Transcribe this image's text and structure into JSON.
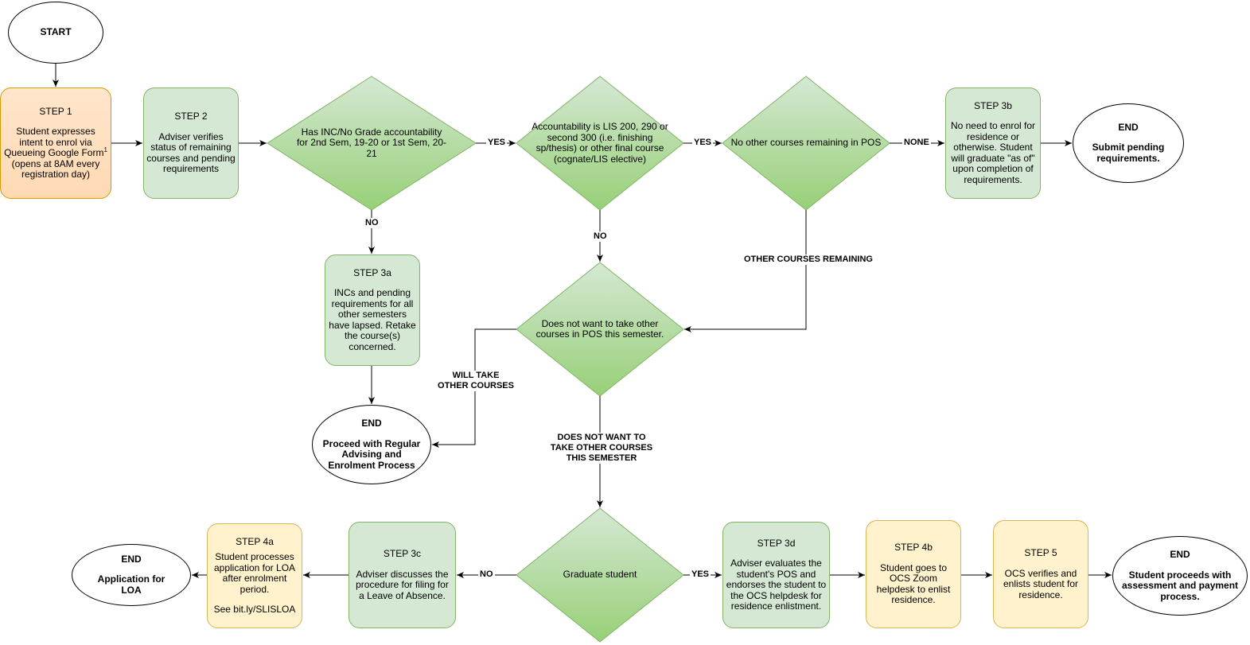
{
  "start": {
    "label": "START"
  },
  "step1": {
    "title": "STEP 1",
    "text": "Student expresses intent to enrol via Queueing Google Form",
    "sup": "1",
    "note": "(opens at 8AM every registration day)"
  },
  "step2": {
    "title": "STEP 2",
    "text": "Adviser verifies status of remaining courses and pending requirements"
  },
  "d1": {
    "text": "Has INC/No Grade accountability for 2nd Sem, 19-20 or 1st Sem, 20-21"
  },
  "d2": {
    "text": "Accountability is LIS 200, 290 or second 300 (i.e. finishing sp/thesis) or other final course (cognate/LIS elective)"
  },
  "d3": {
    "text": "No other courses remaining in POS"
  },
  "step3b": {
    "title": "STEP 3b",
    "text": "No need to enrol for residence or otherwise. Student will graduate \"as of\" upon completion of requirements."
  },
  "end1": {
    "title": "END",
    "text": "Submit pending requirements."
  },
  "step3a": {
    "title": "STEP 3a",
    "text": "INCs and pending requirements for all other semesters have lapsed. Retake the course(s) concerned."
  },
  "end2": {
    "title": "END",
    "text": "Proceed with Regular Advising and Enrolment Process"
  },
  "d4": {
    "text": "Does not want to take other courses in POS this semester."
  },
  "d5": {
    "text": "Graduate student"
  },
  "step3c": {
    "title": "STEP 3c",
    "text": "Adviser discusses the procedure for filing for a Leave of Absence."
  },
  "step4a": {
    "title": "STEP 4a",
    "text": "Student processes application for LOA after enrolment period.",
    "link": "See bit.ly/SLISLOA"
  },
  "end3": {
    "title": "END",
    "text": "Application for LOA"
  },
  "step3d": {
    "title": "STEP 3d",
    "text": "Adviser evaluates the student's POS and endorses the student to the OCS helpdesk for residence enlistment."
  },
  "step4b": {
    "title": "STEP 4b",
    "text": "Student goes to OCS Zoom helpdesk to enlist residence."
  },
  "step5": {
    "title": "STEP 5",
    "text": "OCS verifies and enlists student for residence."
  },
  "end4": {
    "title": "END",
    "text": "Student proceeds with assessment and payment process."
  },
  "labels": {
    "yes1": "YES",
    "yes2": "YES",
    "none": "NONE",
    "no1": "NO",
    "no2": "NO",
    "other_remaining": "OTHER COURSES REMAINING",
    "will_take": "WILL TAKE\nOTHER COURSES",
    "not_want": "DOES NOT WANT TO\nTAKE OTHER COURSES\nTHIS SEMESTER",
    "no3": "NO",
    "yes3": "YES"
  },
  "colors": {
    "green_fill": "#d5e8d4",
    "green_stroke": "#82b366",
    "orange_fill": "#ffe6cc",
    "orange_stroke": "#d79b00",
    "yellow_fill": "#fff2cc",
    "yellow_stroke": "#d6b656",
    "diamond_top": "#d5e8d4",
    "diamond_bottom": "#97d077"
  }
}
